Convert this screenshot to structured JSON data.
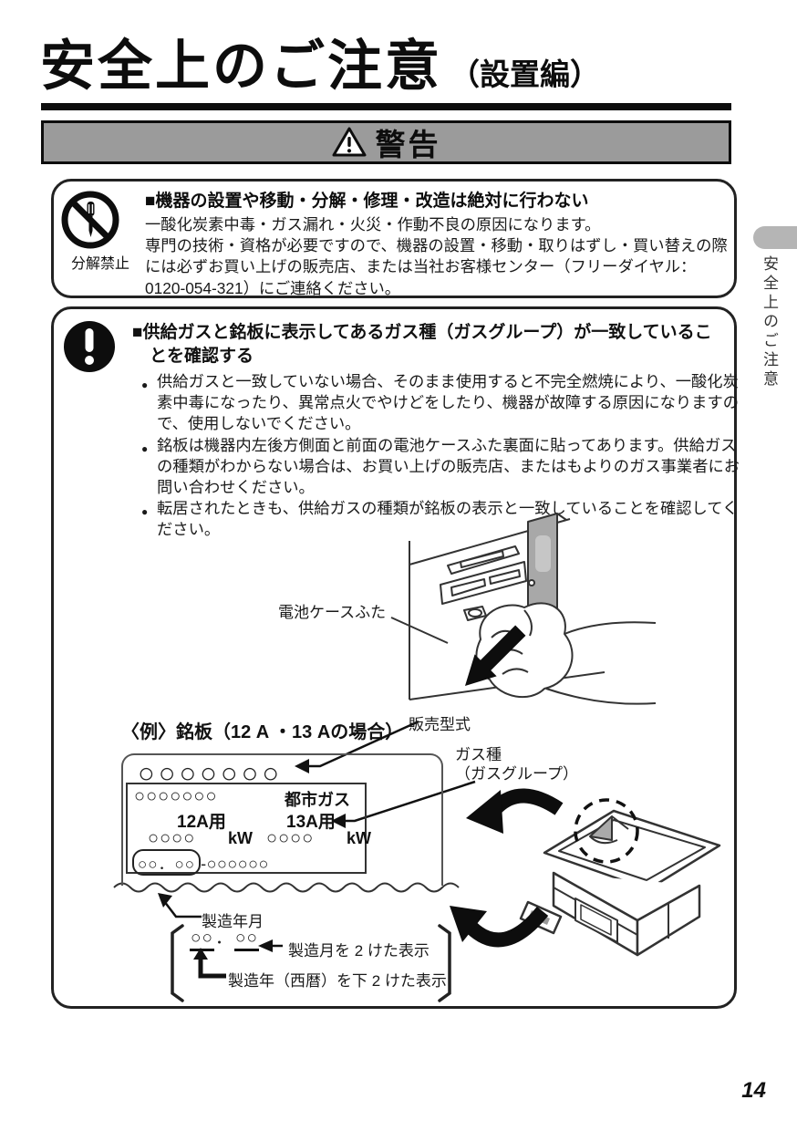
{
  "page": {
    "title": "安全上のご注意",
    "title_suffix": "（設置編）",
    "side_tab_label": "安全上のご注意",
    "page_number": "14"
  },
  "banner": {
    "label": "警告"
  },
  "colors": {
    "banner_bg": "#9b9b9b",
    "side_tab_bg": "#b5b5b5",
    "illustration_gray": "#a8a8a8"
  },
  "box1": {
    "icon_label": "分解禁止",
    "heading": "■機器の設置や移動・分解・修理・改造は絶対に行わない",
    "body": "一酸化炭素中毒・ガス漏れ・火災・作動不良の原因になります。\n専門の技術・資格が必要ですので、機器の設置・移動・取りはずし・買い替えの際には必ずお買い上げの販売店、または当社お客様センター（フリーダイヤル：0120-054-321）にご連絡ください。"
  },
  "box2": {
    "heading_line1": "■供給ガスと銘板に表示してあるガス種（ガスグループ）が一致しているこ",
    "heading_line2": "とを確認する",
    "bullet_glyph": "●",
    "bullets": [
      "供給ガスと一致していない場合、そのまま使用すると不完全燃焼により、一酸化炭素中毒になったり、異常点火でやけどをしたり、機器が故障する原因になりますので、使用しないでください。",
      "銘板は機器内左後方側面と前面の電池ケースふた裏面に貼ってあります。供給ガスの種類がわからない場合は、お買い上げの販売店、またはもよりのガス事業者にお問い合わせください。",
      "転居されたときも、供給ガスの種類が銘板の表示と一致していることを確認してください。"
    ],
    "battery_lid_label": "電池ケースふた",
    "example_title": "〈例〉銘板（12 A ・13 Aの場合）",
    "model_label": "販売型式",
    "gas_label_line1": "ガス種",
    "gas_label_line2": "（ガスグループ）",
    "nameplate": {
      "row1_circles": "○○○○○○○",
      "row2_circles": "○○○○○○○",
      "row2_gas": "都市ガス",
      "use_12a": "12A用",
      "use_13a": "13A用",
      "kw_circles_left": "○○○○",
      "kw_unit_left": "kW",
      "kw_circles_right": "○○○○",
      "kw_unit_right": "kW",
      "date_boxed": "○○．○○",
      "serial_sep": "-",
      "serial_circles": "○○○○○○"
    },
    "mfg_label": "製造年月",
    "date_left": "○○",
    "date_dot": "．",
    "date_right": "○○",
    "month_note": "製造月を 2 けた表示",
    "year_note": "製造年（西暦）を下 2 けた表示"
  }
}
